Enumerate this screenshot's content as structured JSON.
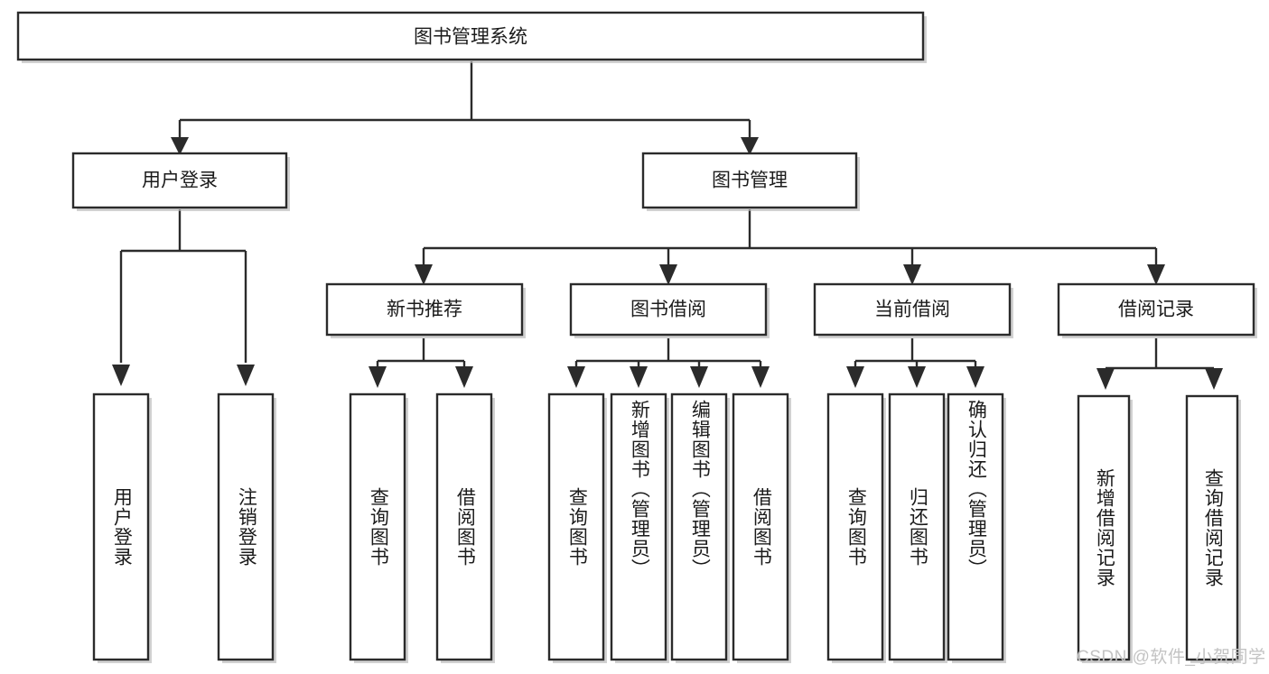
{
  "diagram": {
    "type": "tree-hierarchy",
    "title": "图书管理系统",
    "root": {
      "id": "root",
      "label": "图书管理系统"
    },
    "level2": [
      {
        "id": "user-login",
        "label": "用户登录"
      },
      {
        "id": "book-manage",
        "label": "图书管理"
      }
    ],
    "level3": [
      {
        "id": "new-book-rec",
        "label": "新书推荐",
        "parent": "book-manage"
      },
      {
        "id": "book-borrow",
        "label": "图书借阅",
        "parent": "book-manage"
      },
      {
        "id": "current-borrow",
        "label": "当前借阅",
        "parent": "book-manage"
      },
      {
        "id": "borrow-record",
        "label": "借阅记录",
        "parent": "book-manage"
      }
    ],
    "leaves": [
      {
        "id": "leaf-user-login",
        "label": "用户登录",
        "parent": "user-login"
      },
      {
        "id": "leaf-logout",
        "label": "注销登录",
        "parent": "user-login"
      },
      {
        "id": "leaf-query-book-1",
        "label": "查询图书",
        "parent": "new-book-rec"
      },
      {
        "id": "leaf-borrow-book-1",
        "label": "借阅图书",
        "parent": "new-book-rec"
      },
      {
        "id": "leaf-query-book-2",
        "label": "查询图书",
        "parent": "book-borrow"
      },
      {
        "id": "leaf-add-book",
        "label": "新增图书（管理员）",
        "parent": "book-borrow"
      },
      {
        "id": "leaf-edit-book",
        "label": "编辑图书（管理员）",
        "parent": "book-borrow"
      },
      {
        "id": "leaf-borrow-book-2",
        "label": "借阅图书",
        "parent": "book-borrow"
      },
      {
        "id": "leaf-query-book-3",
        "label": "查询图书",
        "parent": "current-borrow"
      },
      {
        "id": "leaf-return-book",
        "label": "归还图书",
        "parent": "current-borrow"
      },
      {
        "id": "leaf-confirm-return",
        "label": "确认归还（管理员）",
        "parent": "current-borrow"
      },
      {
        "id": "leaf-add-record",
        "label": "新增借阅记录",
        "parent": "borrow-record"
      },
      {
        "id": "leaf-query-record",
        "label": "查询借阅记录",
        "parent": "borrow-record"
      }
    ],
    "colors": {
      "stroke": "#2b2b2b",
      "fill": "#ffffff",
      "text": "#1b1b1b",
      "watermark": "#c3c3c3",
      "background": "#ffffff"
    }
  },
  "watermark": {
    "text": "CSDN @软件_小贺同学"
  }
}
